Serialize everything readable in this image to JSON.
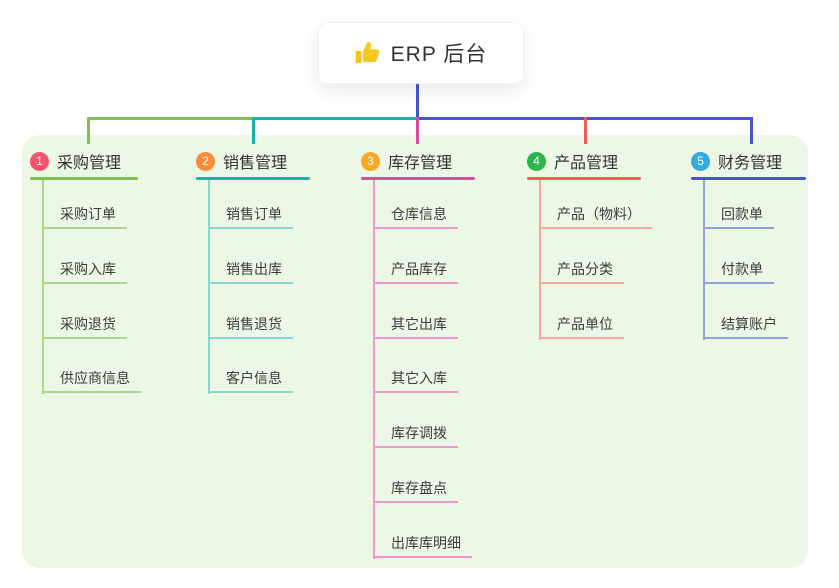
{
  "root": {
    "title": "ERP 后台",
    "icon": "thumbs-up-icon"
  },
  "branches": [
    {
      "index": "1",
      "label": "采购管理",
      "color": "#7cc24e",
      "light_color": "#a9da8c",
      "badge_color": "#f4536e",
      "items": [
        "采购订单",
        "采购入库",
        "采购退货",
        "供应商信息"
      ]
    },
    {
      "index": "2",
      "label": "销售管理",
      "color": "#14b3ac",
      "light_color": "#86d8d1",
      "badge_color": "#fa8c3c",
      "items": [
        "销售订单",
        "销售出库",
        "销售退货",
        "客户信息"
      ]
    },
    {
      "index": "3",
      "label": "库存管理",
      "color": "#d94b9f",
      "light_color": "#f09aca",
      "badge_color": "#f9a820",
      "items": [
        "仓库信息",
        "产品库存",
        "其它出库",
        "其它入库",
        "库存调拨",
        "库存盘点",
        "出库库明细"
      ]
    },
    {
      "index": "4",
      "label": "产品管理",
      "color": "#f25b52",
      "light_color": "#f9a7a0",
      "badge_color": "#2fb44d",
      "items": [
        "产品（物料）",
        "产品分类",
        "产品单位"
      ]
    },
    {
      "index": "5",
      "label": "财务管理",
      "color": "#4356ce",
      "light_color": "#92a1dc",
      "badge_color": "#32abe2",
      "items": [
        "回款单",
        "付款单",
        "结算账户"
      ]
    }
  ],
  "colors": {
    "canvas_bg": "#ffffff",
    "panel_bg": "#ecf7e6",
    "trunk": "#4356ce",
    "text": "#3c3c3c"
  }
}
